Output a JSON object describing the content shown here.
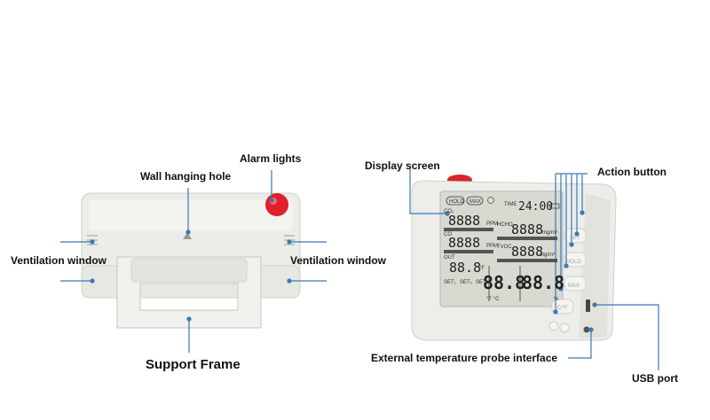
{
  "labels": {
    "alarm_lights": "Alarm lights",
    "wall_hanging_hole": "Wall hanging hole",
    "ventilation_left": "Ventilation window",
    "ventilation_right": "Ventilation window",
    "support_frame": "Support Frame",
    "display_screen": "Display screen",
    "action_button": "Action button",
    "probe_interface": "External temperature probe interface",
    "usb_port": "USB port"
  },
  "colors": {
    "leader_line": "#3a78b8",
    "alarm_red": "#e0202a",
    "device_body": "#eeeeea"
  },
  "lcd": {
    "hold": "HOLD",
    "max": "MAX",
    "time_label": "TIME",
    "time_value": "24:00",
    "co2_label": "CO₂",
    "co2_value": "8888",
    "co2_unit": "PPM",
    "co_label": "CO",
    "co_value": "8888",
    "co_unit": "PPM",
    "hcho_label": "HCHO",
    "hcho_value": "8888",
    "hcho_unit": "mg/m³",
    "tvoc_label": "TVOC",
    "tvoc_value": "8888",
    "tvoc_unit": "mg/m³",
    "temp_label": "OUT",
    "temp_value": "88.8",
    "temp_unit": "°F",
    "big_temp": "88.8",
    "big_hum": "88.8",
    "big_temp_unit": "°F  °C",
    "hum_unit": "%",
    "set1": "SET₁",
    "set2": "SET₂",
    "set3": "SET₃"
  },
  "buttons": {
    "set": "SET",
    "hold": "HOLD",
    "max": "MAX",
    "unit": "°C/°F"
  }
}
